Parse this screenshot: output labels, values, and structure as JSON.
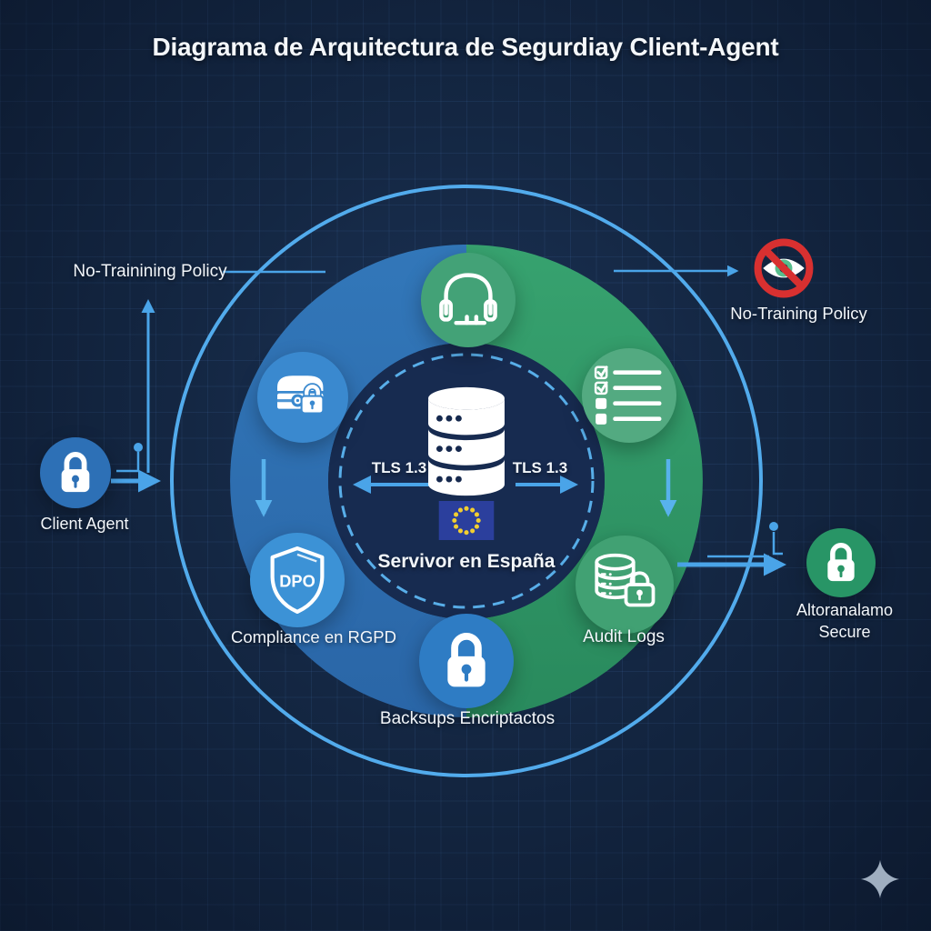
{
  "title": "Diagrama de Arquitectura de Segurdiay Client-Agent",
  "labels": {
    "no_training_left": "No-Trainining Policy",
    "no_training_right": "No-Training Policy",
    "client_agent": "Client Agent",
    "compliance": "Compliance en RGPD",
    "backups": "Backsups Encriptactos",
    "audit_logs": "Audit Logs",
    "storage_line1": "Altoranalamo",
    "storage_line2": "Secure",
    "server": "Servivor en España",
    "tls_left": "TLS 1.3",
    "tls_right": "TLS 1.3",
    "dpo": "DPO"
  },
  "colors": {
    "background": "#142743",
    "outer_circle": "#52ABEC",
    "arrow": "#4AA4E8",
    "arrow_light": "#58B2EC",
    "ring_blue": "#2E6FB2",
    "ring_green": "#2F9364",
    "node_client": "#2D70B6",
    "node_archive": "#3A89CF",
    "node_dpo": "#3C92D6",
    "node_backups": "#2E7CC4",
    "node_headset": "#43A277",
    "node_checklist": "#53AA81",
    "node_audit": "#41A173",
    "node_storage": "#289566",
    "prohibition_red": "#D83030",
    "eye_iris_green": "#57BE8D",
    "eu_flag_blue": "#2B3F9D",
    "eu_star_gold": "#F2CE30",
    "inner_circle": "#172B50",
    "text": "#F4F7FA",
    "sparkle_gray": "#9FAEC0"
  },
  "icons": {
    "client": "lock-icon",
    "archive": "encrypted-archive-icon",
    "headset": "headset-icon",
    "checklist": "checklist-icon",
    "audit": "database-lock-icon",
    "backups": "lock-icon",
    "compliance": "dpo-shield-icon",
    "storage": "lock-icon",
    "no_training": "eye-prohibited-icon",
    "center": "database-icon",
    "flag": "eu-flag-icon",
    "watermark": "sparkle-icon"
  }
}
